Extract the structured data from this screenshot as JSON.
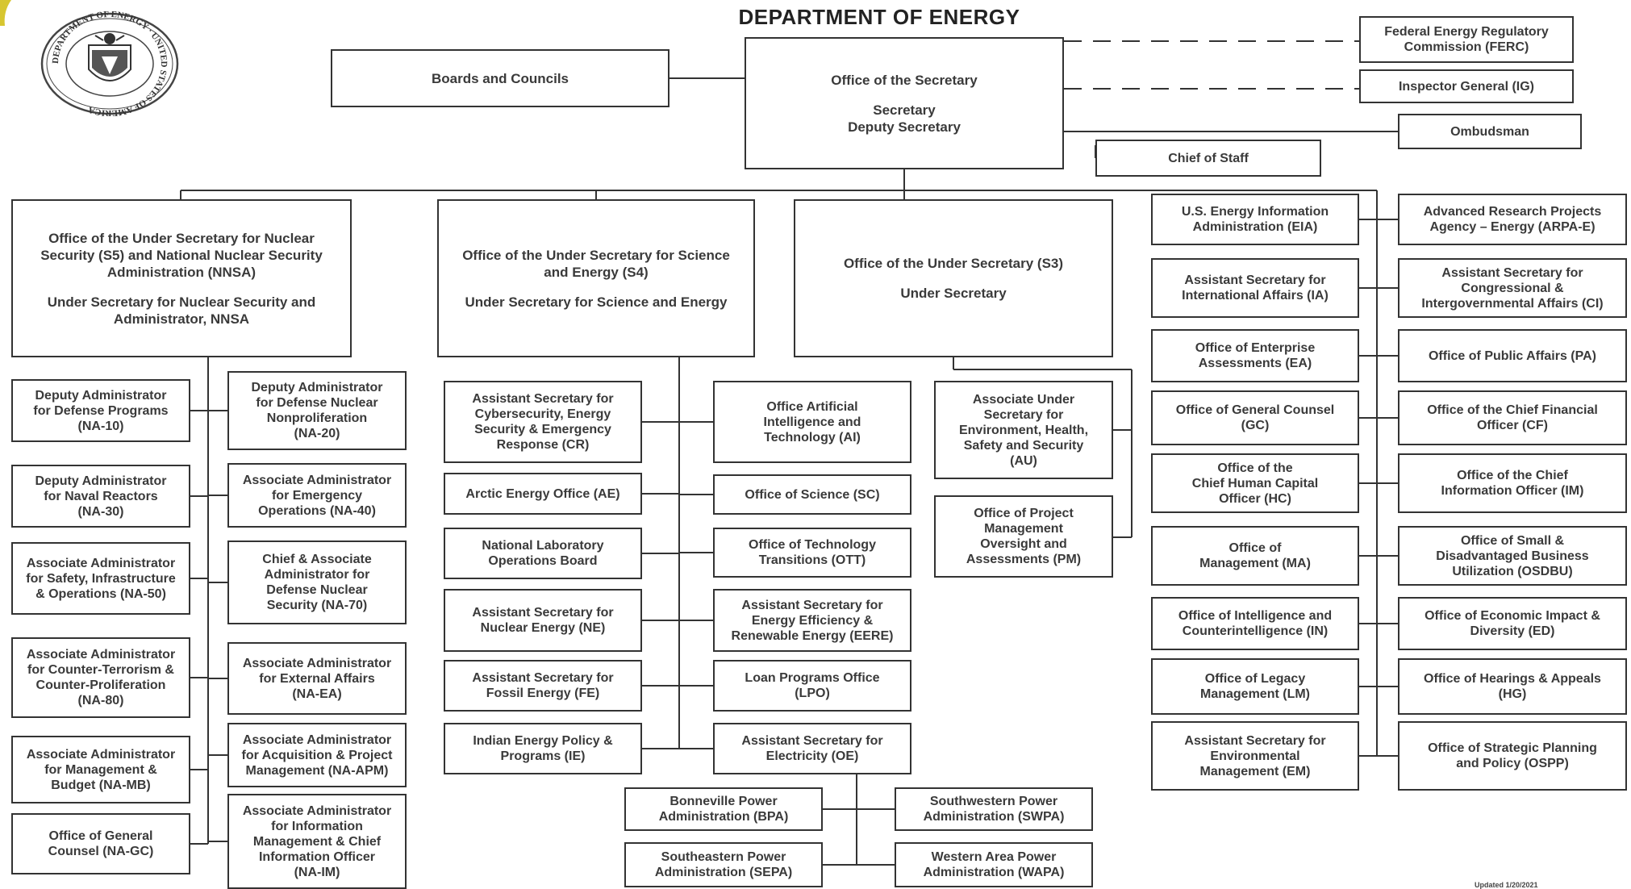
{
  "header": {
    "title": "DEPARTMENT OF ENERGY",
    "updated": "Updated 1/20/2021",
    "seal_text": "DEPARTMENT OF ENERGY · UNITED STATES OF AMERICA"
  },
  "colors": {
    "line": "#333333",
    "box_border": "#333333",
    "text": "#3a3a3a",
    "corner_logo": "#d7c630"
  },
  "top": {
    "boards": "Boards and Councils",
    "secretary": {
      "office": "Office of the Secretary",
      "line1": "Secretary",
      "line2": "Deputy Secretary"
    },
    "ferc": "Federal Energy Regulatory\nCommission (FERC)",
    "ig": "Inspector General (IG)",
    "ombudsman": "Ombudsman",
    "chief_of_staff": "Chief of Staff"
  },
  "nnsa": {
    "heading": "Office of the Under Secretary for Nuclear\nSecurity (S5) and National Nuclear Security\nAdministration (NNSA)",
    "sub": "Under Secretary for Nuclear Security and\nAdministrator, NNSA",
    "left": [
      "Deputy Administrator\nfor Defense Programs\n(NA-10)",
      "Deputy Administrator\nfor Naval Reactors\n(NA-30)",
      "Associate Administrator\nfor Safety, Infrastructure\n& Operations (NA-50)",
      "Associate Administrator\nfor Counter-Terrorism &\nCounter-Proliferation\n(NA-80)",
      "Associate Administrator\nfor Management &\nBudget (NA-MB)",
      "Office of General\nCounsel (NA-GC)"
    ],
    "right": [
      "Deputy Administrator\nfor Defense Nuclear\nNonproliferation\n(NA-20)",
      "Associate Administrator\nfor Emergency\nOperations (NA-40)",
      "Chief & Associate\nAdministrator for\nDefense Nuclear\nSecurity (NA-70)",
      "Associate Administrator\nfor External Affairs\n(NA-EA)",
      "Associate Administrator\nfor Acquisition & Project\nManagement (NA-APM)",
      "Associate Administrator\nfor Information\nManagement & Chief\nInformation Officer\n(NA-IM)"
    ]
  },
  "s4": {
    "heading": "Office of the Under Secretary for Science\nand Energy (S4)",
    "sub": "Under Secretary for Science and Energy",
    "left": [
      "Assistant Secretary for\nCybersecurity, Energy\nSecurity & Emergency\nResponse (CR)",
      "Arctic Energy Office (AE)",
      "National Laboratory\nOperations Board",
      "Assistant Secretary for\nNuclear Energy (NE)",
      "Assistant Secretary for\nFossil Energy (FE)",
      "Indian Energy Policy &\nPrograms (IE)"
    ],
    "right": [
      "Office Artificial\nIntelligence and\nTechnology (AI)",
      "Office of Science (SC)",
      "Office of Technology\nTransitions (OTT)",
      "Assistant Secretary for\nEnergy Efficiency &\nRenewable Energy (EERE)",
      "Loan Programs Office\n(LPO)",
      "Assistant Secretary for\nElectricity (OE)"
    ],
    "pmas": [
      "Bonneville Power\nAdministration (BPA)",
      "Southwestern Power\nAdministration (SWPA)",
      "Southeastern Power\nAdministration (SEPA)",
      "Western Area Power\nAdministration (WAPA)"
    ]
  },
  "s3": {
    "heading": "Office of the Under Secretary (S3)",
    "sub": "Under Secretary",
    "items": [
      "Associate Under\nSecretary for\nEnvironment, Health,\nSafety and Security\n(AU)",
      "Office of Project\nManagement\nOversight and\nAssessments (PM)"
    ]
  },
  "staff_left": [
    "U.S. Energy Information\nAdministration (EIA)",
    "Assistant Secretary for\nInternational Affairs (IA)",
    "Office of Enterprise\nAssessments (EA)",
    "Office of General Counsel\n(GC)",
    "Office of the\nChief Human Capital\nOfficer (HC)",
    "Office of\nManagement (MA)",
    "Office of Intelligence and\nCounterintelligence (IN)",
    "Office of Legacy\nManagement (LM)",
    "Assistant Secretary for\nEnvironmental\nManagement (EM)"
  ],
  "staff_right": [
    "Advanced Research Projects\nAgency – Energy (ARPA-E)",
    "Assistant Secretary for\nCongressional &\nIntergovernmental Affairs (CI)",
    "Office of Public Affairs (PA)",
    "Office of the Chief Financial\nOfficer (CF)",
    "Office of the Chief\nInformation Officer (IM)",
    "Office of Small &\nDisadvantaged Business\nUtilization (OSDBU)",
    "Office of Economic Impact &\nDiversity (ED)",
    "Office of Hearings & Appeals\n(HG)",
    "Office of Strategic Planning\nand Policy (OSPP)"
  ]
}
